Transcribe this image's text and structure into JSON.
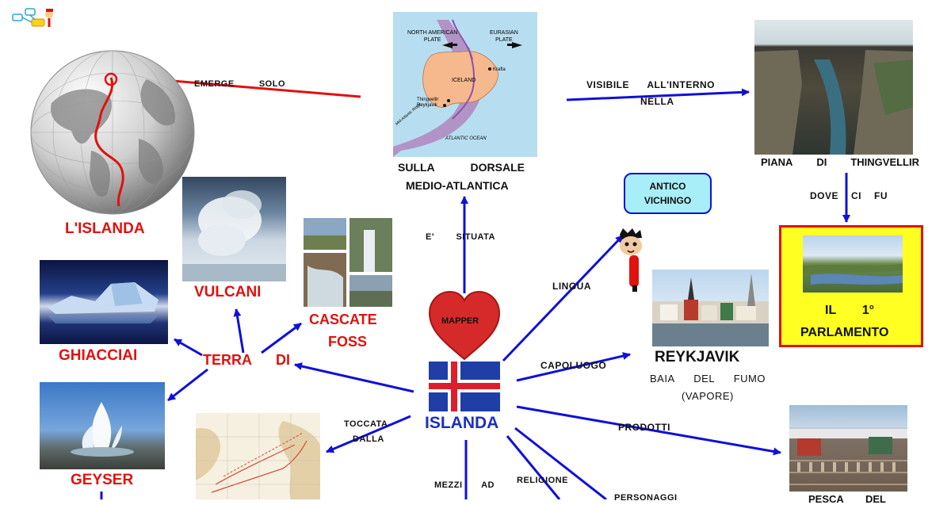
{
  "center": {
    "title": "ISLANDA",
    "heart_label": "MAPPER"
  },
  "nodes": {
    "iceland_globe": "L'ISLANDA",
    "dorsale_line1": [
      "SULLA",
      "DORSALE"
    ],
    "dorsale_line2": "MEDIO-ATLANTICA",
    "thingvellir": [
      "PIANA",
      "DI",
      "THINGVELLIR"
    ],
    "antico_vichingo": [
      "ANTICO",
      "VICHINGO"
    ],
    "parlamento_line1": [
      "IL",
      "1°"
    ],
    "parlamento_line2": "PARLAMENTO",
    "reykjavik": "REYKJAVIK",
    "reykjavik_sub1": [
      "BAIA",
      "DEL",
      "FUMO"
    ],
    "reykjavik_sub2": "(VAPORE)",
    "vulcani": "VULCANI",
    "cascate_line1": "CASCATE",
    "cascate_line2": "FOSS",
    "ghiacciai": "GHIACCIAI",
    "terra_di": [
      "TERRA",
      "DI"
    ],
    "geyser": "GEYSER",
    "pesca": [
      "PESCA",
      "DEL"
    ]
  },
  "edge_labels": {
    "emerge_solo": [
      "EMERGE",
      "SOLO"
    ],
    "visibile": [
      "VISIBILE",
      "ALL'INTERNO"
    ],
    "nella": "NELLA",
    "dove_ci_fu": [
      "DOVE",
      "CI",
      "FU"
    ],
    "situata": [
      "E'",
      "SITUATA"
    ],
    "lingua": "LINGUA",
    "capoluogo": "CAPOLUOGO",
    "prodotti": "PRODOTTI",
    "toccata": "TOCCATA",
    "dalla": "DALLA",
    "mezzi_ad": [
      "MEZZI",
      "AD"
    ],
    "religione": "RELIGIONE",
    "personaggi": "PERSONAGGI"
  },
  "map_labels": {
    "north_american_plate": [
      "NORTH AMERICAN",
      "PLATE"
    ],
    "eurasian_plate": [
      "EURASIAN",
      "PLATE"
    ],
    "iceland": "ICELAND",
    "krafla": "Krafla",
    "thingvellir": "Thingvellir",
    "reykjavik": "Reykjavik",
    "atlantic_ocean": "ATLANTIC OCEAN",
    "mid_atlantic_ridge": "Mid-Atlantic Ridge"
  },
  "colors": {
    "arrow_blue": "#1010d8",
    "title_red": "#e0110e",
    "center_blue": "#1d2fbf",
    "heart_red": "#d62a2a",
    "parlamento_bg": "#ffff22",
    "vichingo_bg": "#a8eef8"
  }
}
